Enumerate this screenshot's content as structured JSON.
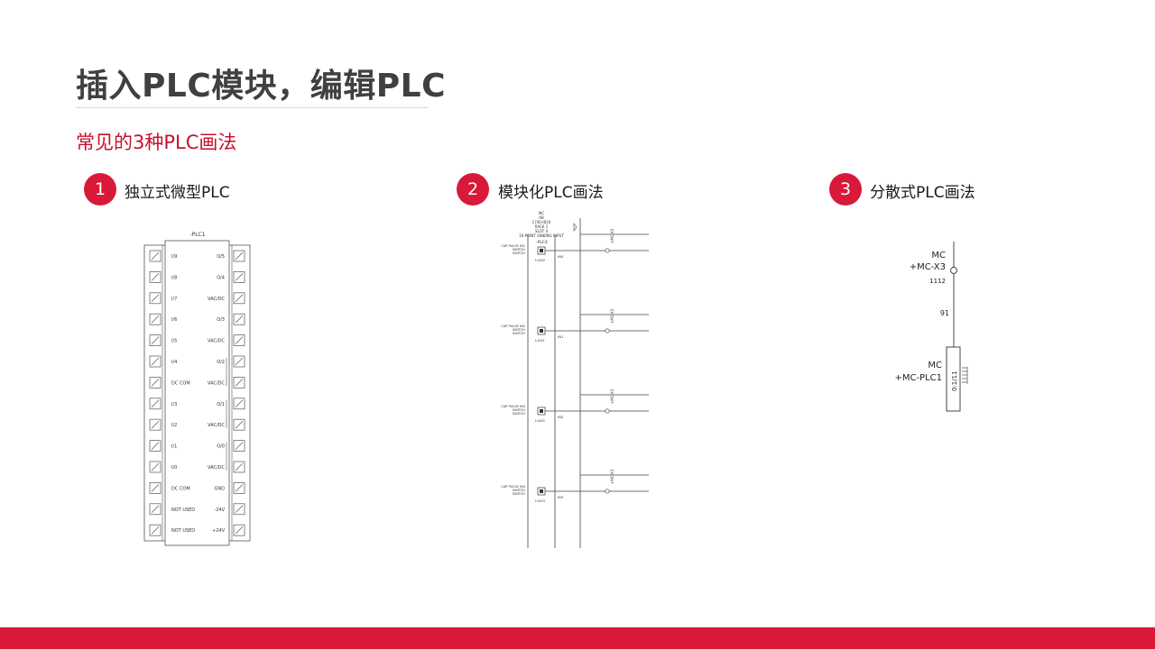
{
  "slide": {
    "title": "插入PLC模块，编辑PLC",
    "subtitle": "常见的3种PLC画法"
  },
  "items": [
    {
      "number": "1",
      "label": "独立式微型PLC"
    },
    {
      "number": "2",
      "label": "模块化PLC画法"
    },
    {
      "number": "3",
      "label": "分散式PLC画法"
    }
  ],
  "fig1": {
    "device_tag": "-PLC1",
    "left_terminals": [
      "I/9",
      "I/8",
      "I/7",
      "I/6",
      "I/5",
      "I/4",
      "DC COM",
      "I/3",
      "I/2",
      "I/1",
      "I/0",
      "DC COM",
      "NOT USED",
      "NOT USED"
    ],
    "right_terminals": [
      "O/5",
      "O/4",
      "VAC/DC",
      "O/3",
      "VAC/DC",
      "O/2",
      "VAC/DC",
      "O/1",
      "VAC/DC",
      "O/0",
      "VAC/DC",
      "GND",
      "-24V",
      "+24V"
    ]
  },
  "fig2": {
    "header_lines": [
      "MC",
      "AB",
      "1746-IB16",
      "RACK 1",
      "SLOT 4",
      "16-POINT SINKING INPUT"
    ],
    "device_tag": "-PLC4",
    "x3_tag": "+MC-X3",
    "rows": [
      {
        "device": "CAP PULSE IN1",
        "sub1": "SWITCH",
        "sub2": "SWITCH",
        "addr": "I:4/00",
        "io": "IN0"
      },
      {
        "device": "CAP PULSE IN2",
        "sub1": "SWITCH",
        "sub2": "SWITCH",
        "addr": "I:4/01",
        "io": "IN1"
      },
      {
        "device": "CAP PULSE IN3",
        "sub1": "SWITCH",
        "sub2": "SWITCH",
        "addr": "I:4/02",
        "io": "IN2"
      },
      {
        "device": "CAP PULSE IN4",
        "sub1": "SWITCH",
        "sub2": "SWITCH",
        "addr": "I:4/03",
        "io": "IN3"
      }
    ]
  },
  "fig3": {
    "top_label_1": "MC",
    "top_label_2": "+MC-X3",
    "top_label_3": "1112",
    "wire_label": "91",
    "plc_label_1": "MC",
    "plc_label_2": "+MC-PLC1",
    "vertical_text": "0:1/11"
  },
  "colors": {
    "accent": "#d8193a",
    "title": "#404040",
    "subtitle": "#c8102e"
  }
}
